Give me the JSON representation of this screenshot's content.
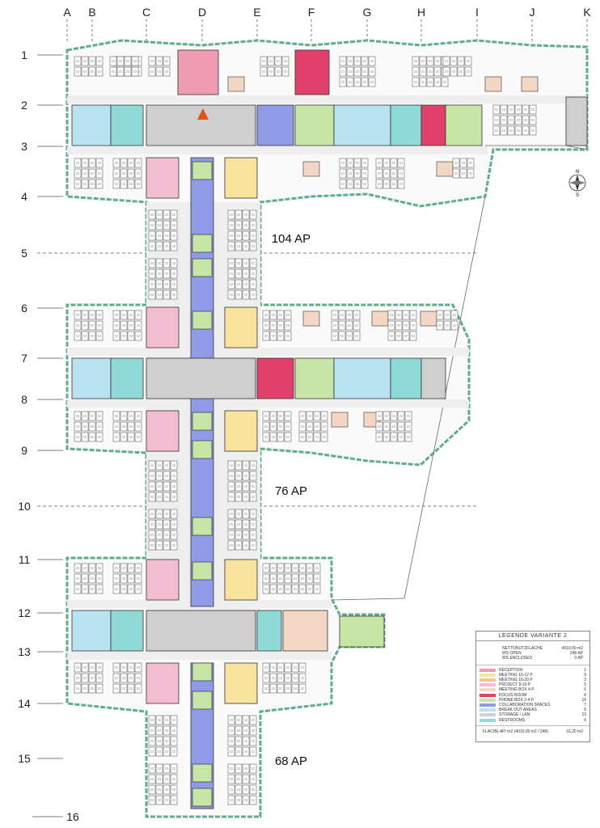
{
  "grid": {
    "columns": [
      "A",
      "B",
      "C",
      "D",
      "E",
      "F",
      "G",
      "H",
      "I",
      "J",
      "K"
    ],
    "rows": [
      "1",
      "2",
      "3",
      "4",
      "5",
      "6",
      "7",
      "8",
      "9",
      "10",
      "11",
      "12",
      "13",
      "14",
      "15",
      "16"
    ]
  },
  "zones": [
    {
      "label": "104 AP"
    },
    {
      "label": "76 AP"
    },
    {
      "label": "68 AP"
    }
  ],
  "legend": {
    "title": "LEGENDE VARIANTE 2",
    "summary": [
      {
        "label": "NETTONUTZFLÄCHE",
        "value": "4010,00 m2"
      },
      {
        "label": "WS OPEN",
        "value": "248 AP"
      },
      {
        "label": "WS ENCLOSED",
        "value": "0 AP"
      }
    ],
    "items": [
      {
        "label": "RECEPTION",
        "value": "1",
        "color": "#f19bb0"
      },
      {
        "label": "MEETING 10-12 P",
        "value": "5",
        "color": "#f7e39c"
      },
      {
        "label": "MEETING 16-20 P",
        "value": "3",
        "color": "#f4c58c"
      },
      {
        "label": "PROJECT 8-10 P",
        "value": "5",
        "color": "#f2bdd0"
      },
      {
        "label": "MEETING BOX 4 P",
        "value": "6",
        "color": "#f4d6c4"
      },
      {
        "label": "FOCUS ROOM",
        "value": "6",
        "color": "#e0406a"
      },
      {
        "label": "PHONE BOX 2-4 P",
        "value": "16",
        "color": "#c7e6a6"
      },
      {
        "label": "COLLABORATION SPACES",
        "value": "7",
        "color": "#8f9be6"
      },
      {
        "label": "BREAK OUT AREAS",
        "value": "5",
        "color": "#b9e3f0"
      },
      {
        "label": "STORAGE / LAN",
        "value": "13",
        "color": "#d2d2d2"
      },
      {
        "label": "RESTROOMS",
        "value": "6",
        "color": "#8fd9d6"
      }
    ],
    "footer": {
      "label": "FLÄCHE AP/ m2 (4010,00 m2 / 248)",
      "value": "16,20 m2"
    }
  },
  "colors": {
    "outline": "#5fae8a",
    "desk": "#ffffff",
    "desk_stroke": "#444444",
    "corridor": "#eeeeee",
    "stair": "#cfcfcf"
  }
}
